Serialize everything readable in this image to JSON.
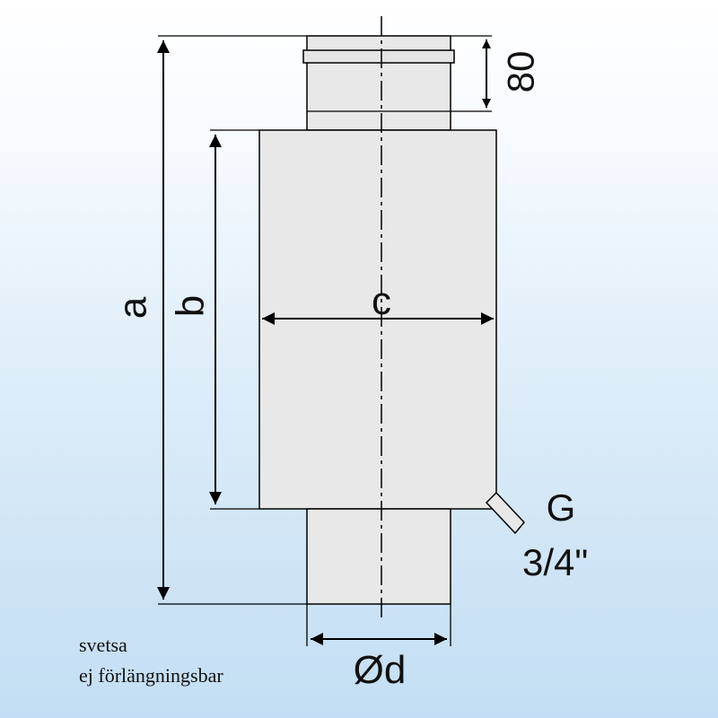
{
  "diagram": {
    "labels": {
      "a": "a",
      "b": "b",
      "c": "c",
      "d": "Ød",
      "top_height": "80",
      "thread_g": "G",
      "thread_size": "3/4\""
    },
    "notes": {
      "line1": "svetsa",
      "line2": "ej förlängningsbar"
    },
    "colors": {
      "background_top": "#ffffff",
      "background_bottom": "#c3def4",
      "body_fill": "#e8e8e8",
      "stroke": "#000000"
    }
  }
}
